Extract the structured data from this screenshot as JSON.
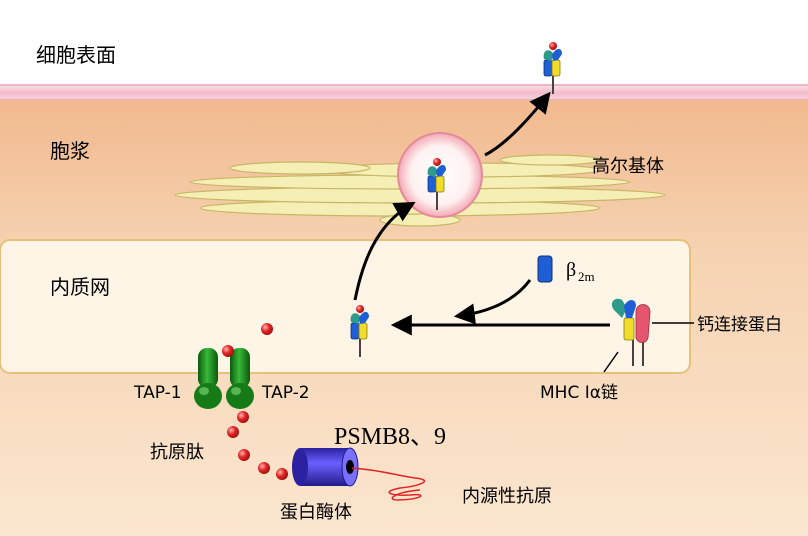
{
  "regions": {
    "cell_surface": "细胞表面",
    "cytoplasm": "胞浆",
    "er": "内质网",
    "golgi": "高尔基体"
  },
  "proteins": {
    "b2m_symbol": "β",
    "b2m_subscript": "2m",
    "calnexin": "钙连接蛋白",
    "mhc_alpha_chain": "MHC Iα链",
    "tap1": "TAP-1",
    "tap2": "TAP-2",
    "psmb": "PSMB8、9",
    "antigen_peptide": "抗原肽",
    "proteasome": "蛋白酶体",
    "endogenous_antigen": "内源性抗原"
  },
  "colors": {
    "membrane": "#f7cfd9",
    "cytoplasm": "#f3c9a3",
    "er_fill": "#fff5e6",
    "golgi": "#f5efb6",
    "peptide": "#e32424",
    "tap": "#1f8a1f",
    "proteasome": "#4a3fcf",
    "mhc_blue": "#1f5fd6",
    "mhc_yellow": "#f0dc2a",
    "mhc_teal": "#2d9a8c",
    "calnexin_pink": "#e6556e"
  }
}
